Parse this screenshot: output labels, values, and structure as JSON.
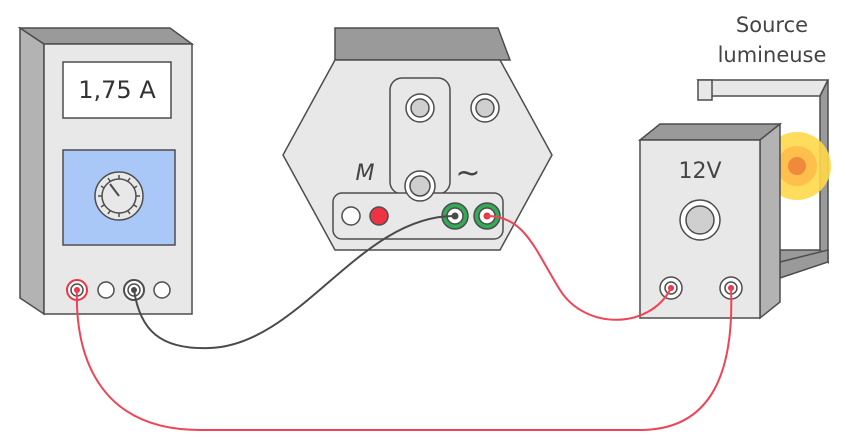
{
  "ammeter": {
    "display": "1,75 A"
  },
  "generator": {
    "label_m": "M",
    "label_ac": "~"
  },
  "power_supply": {
    "voltage": "12V"
  },
  "light_source": {
    "label_line1": "Source",
    "label_line2": "lumineuse"
  },
  "colors": {
    "casing_fill": "#e8e8e8",
    "casing_side": "#b3b3b3",
    "casing_top": "#9a9a9a",
    "outline": "#4d4d4d",
    "screen_blue": "#a9c7f7",
    "wire_red": "#ee4455",
    "wire_dark": "#4a4a4a",
    "terminal_green": "#33aa55",
    "terminal_red": "#ee3344",
    "lamp_glow": "#ffd84a",
    "lamp_core": "#f08a3a"
  }
}
